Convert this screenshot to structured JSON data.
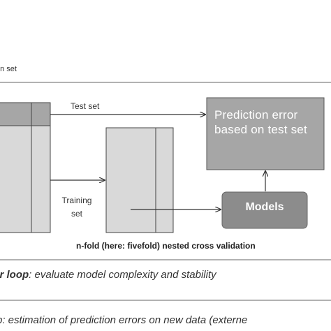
{
  "diagram": {
    "cut_label": "on set",
    "test_set_label": "Test set",
    "training_set_label_line1": "Training",
    "training_set_label_line2": "set",
    "prediction_box_text": "Prediction error based on test set",
    "models_box_text": "Models",
    "nested_cv_caption": "n-fold (here: fivefold)  nested cross validation",
    "inner_loop_term": "ner loop",
    "inner_loop_rest": ": evaluate model complexity and stability",
    "outer_loop_text": "p: estimation of prediction errors on new data (externe"
  },
  "colors": {
    "prediction_box": "#a6a6a6",
    "models_box": "#8c8c8c",
    "fold_fill": "#d9d9d9",
    "fold_header": "#a6a6a6",
    "lines": "#555555"
  }
}
